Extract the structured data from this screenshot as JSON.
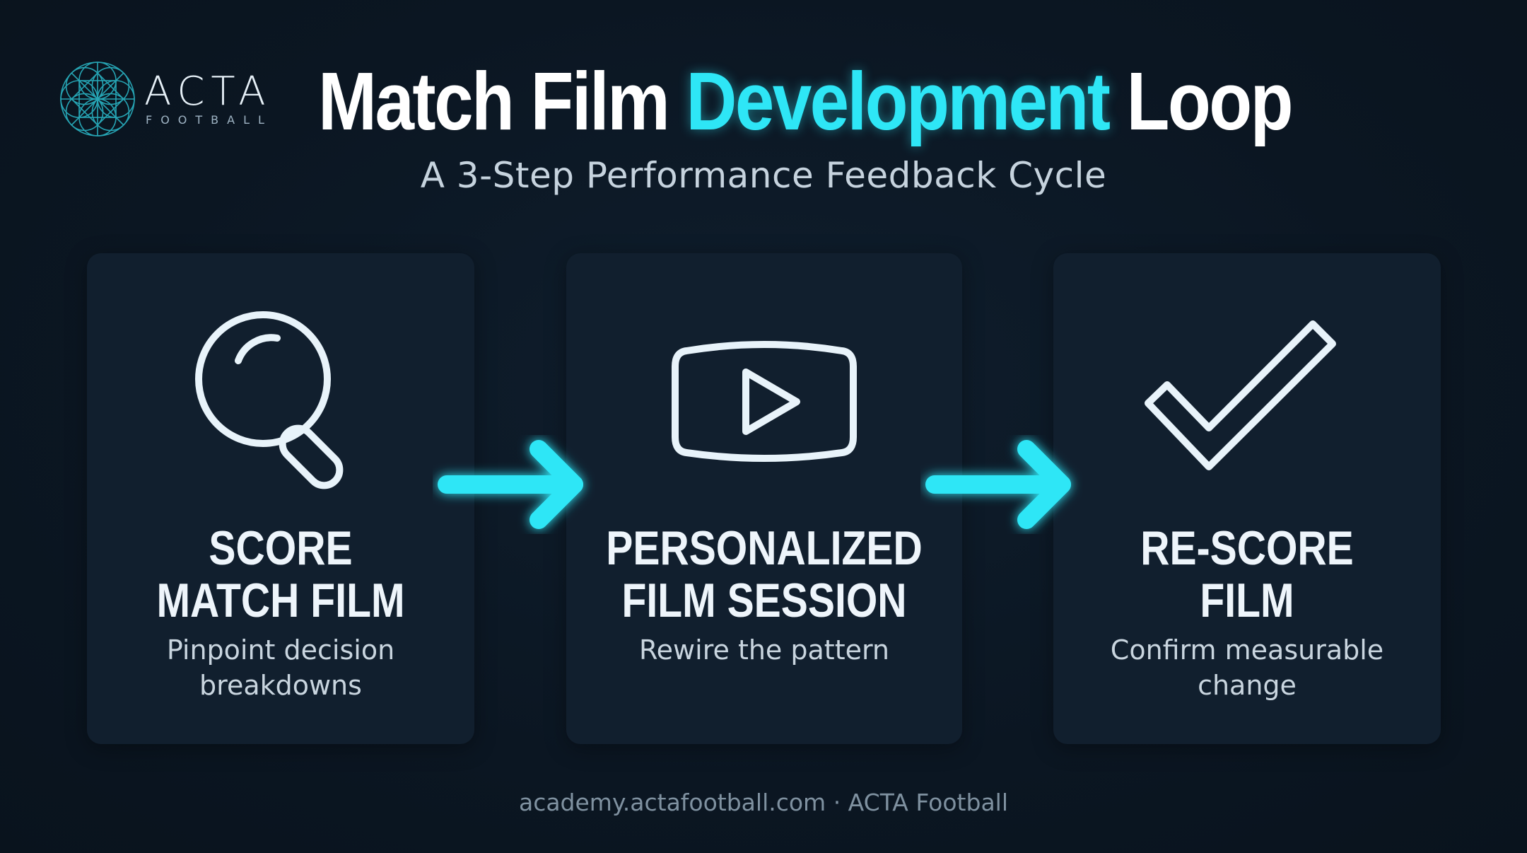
{
  "brand": {
    "name": "ACTA",
    "sub": "FOOTBALL",
    "logo_icon": "geometric-flower-icon",
    "color": "#2ab4c4"
  },
  "header": {
    "title_part1": "Match Film ",
    "title_accent": "Development",
    "title_part2": " Loop",
    "subtitle": "A 3-Step Performance Feedback Cycle"
  },
  "colors": {
    "accent": "#2ee6f6",
    "card_bg": "#111f2e",
    "background": "#0b1622"
  },
  "steps": [
    {
      "icon": "magnifying-glass-icon",
      "title": "SCORE\nMATCH FILM",
      "description": "Pinpoint decision\nbreakdowns"
    },
    {
      "icon": "play-button-icon",
      "title": "PERSONALIZED\nFILM SESSION",
      "description": "Rewire the pattern"
    },
    {
      "icon": "checkmark-icon",
      "title": "RE-SCORE\nFILM",
      "description": "Confirm measurable\nchange"
    }
  ],
  "connectors": [
    "arrow-right-icon",
    "arrow-right-icon"
  ],
  "footer": {
    "text": "academy.actafootball.com · ACTA Football"
  }
}
